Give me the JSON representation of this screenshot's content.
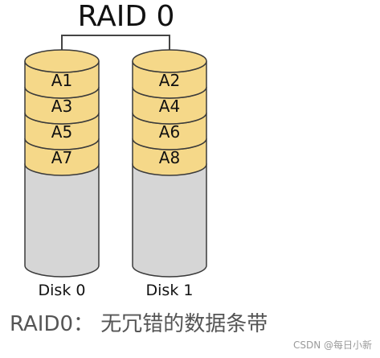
{
  "title": "RAID 0",
  "disks": [
    {
      "name": "Disk 0",
      "blocks": [
        "A1",
        "A3",
        "A5",
        "A7"
      ]
    },
    {
      "name": "Disk 1",
      "blocks": [
        "A2",
        "A4",
        "A6",
        "A8"
      ]
    }
  ],
  "caption": "RAID0： 无冗错的数据条带",
  "watermark": "CSDN @每日小新",
  "colors": {
    "block_fill": "#f5d889",
    "empty_fill": "#d6d6d6",
    "outline": "#3a3a3a"
  }
}
